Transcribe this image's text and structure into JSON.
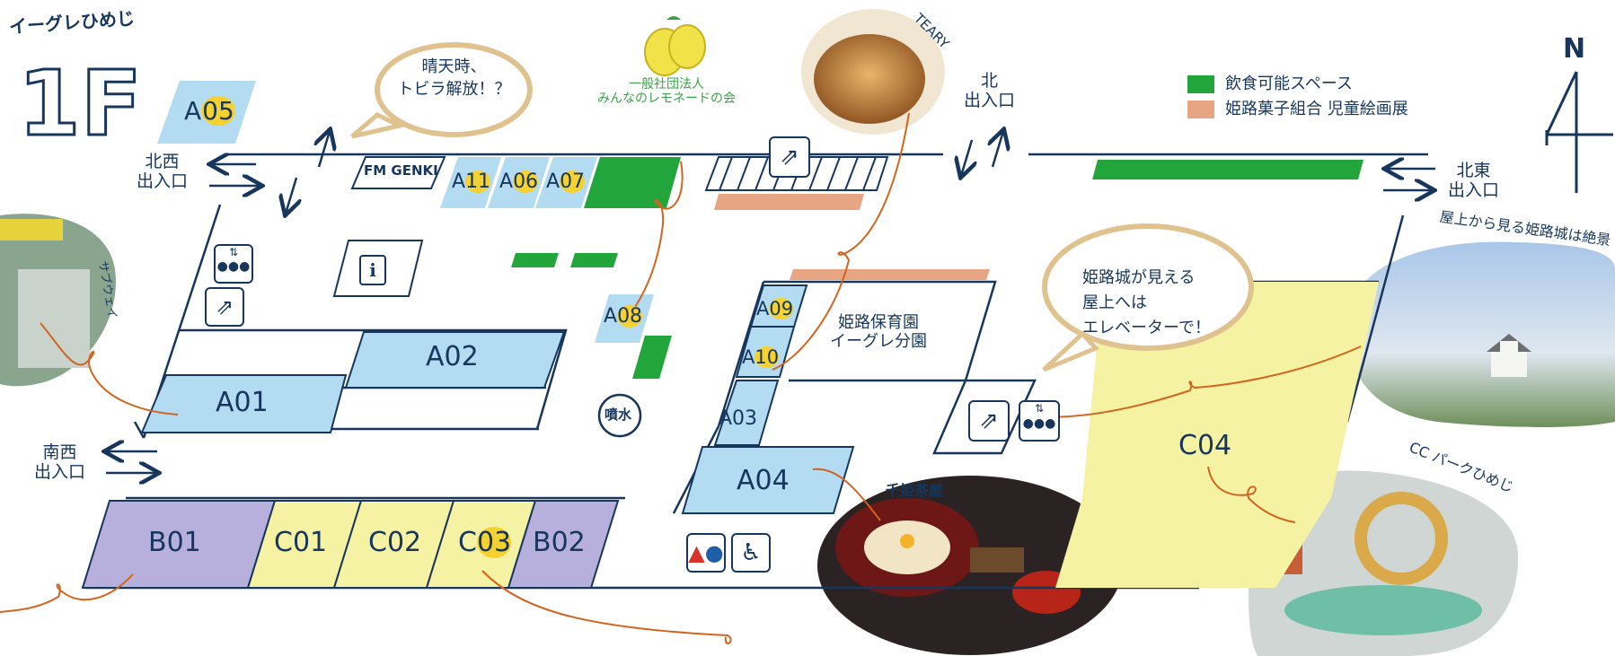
{
  "brand": {
    "name": "イーグレひめじ",
    "floor": "1F"
  },
  "compass": {
    "north": "N"
  },
  "legend": [
    {
      "label": "飲食可能スペース",
      "color": "#22a63c"
    },
    {
      "label": "姫路菓子組合 児童絵画展",
      "color": "#e8a584"
    }
  ],
  "entrances": {
    "northwest": "北西\n出入口",
    "north": "北\n出入口",
    "northeast": "北東\n出入口",
    "southwest": "南西\n出入口"
  },
  "bubbles": {
    "open_door": "晴天時、\nトビラ解放！？",
    "castle_view": "姫路城が見える\n屋上へは\nエレベーターで！"
  },
  "shops": {
    "a01": "A01",
    "a02": "A02",
    "a03": "A03",
    "a04": "A04",
    "a05_prefix": "A",
    "a05_num": "05",
    "a06_prefix": "A",
    "a06_num": "06",
    "a07_prefix": "A",
    "a07_num": "07",
    "a08_prefix": "A",
    "a08_num": "08",
    "a09_prefix": "A",
    "a09_num": "09",
    "a10_prefix": "A",
    "a10_num": "10",
    "a11_prefix": "A",
    "a11_num": "11",
    "b01": "B01",
    "b02": "B02",
    "c01": "C01",
    "c02": "C02",
    "c03_prefix": "C",
    "c03_num": "03",
    "c04": "C04",
    "fm_genki": "FM GENKI"
  },
  "places": {
    "nursery": "姫路保育園\nイーグレ分園",
    "fountain": "噴水"
  },
  "photos": {
    "subway": "サブウェイ",
    "teary": "TEARY",
    "lemonade": "一般社団法人\nみんなのレモネードの会",
    "rooftop": "屋上から見る姫路城は絶景",
    "chaya": "千姫茶屋",
    "ccpark": "CC パークひめじ"
  },
  "colors": {
    "navy": "#17365d",
    "blue_shop": "#b3dbf2",
    "purple_shop": "#b7b0dc",
    "yellow_shop": "#f6f2a3",
    "green": "#22a63c",
    "salmon": "#e8a584",
    "orange_line": "#d1651f",
    "badge": "#f6d230"
  },
  "icons": [
    "info-icon",
    "elevator-icon",
    "escalator-icon",
    "restroom-icon",
    "wheelchair-icon"
  ]
}
